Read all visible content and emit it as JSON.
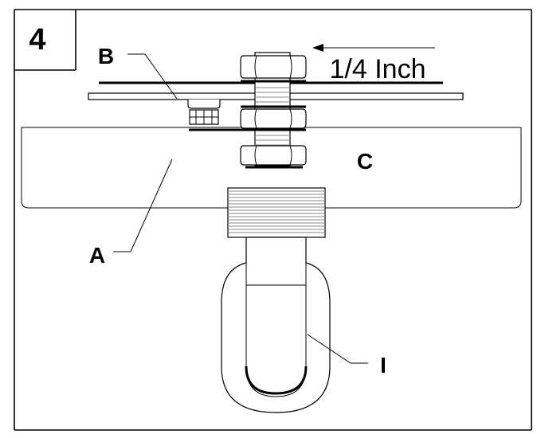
{
  "step": {
    "number": "4"
  },
  "labels": {
    "b": "B",
    "measure": "1/4 Inch",
    "c": "C",
    "a": "A",
    "i": "I"
  }
}
